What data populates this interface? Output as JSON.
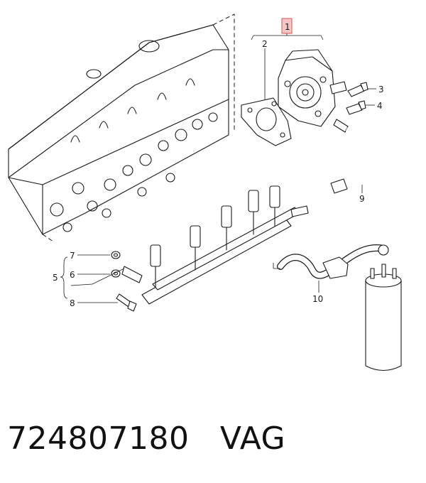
{
  "diagram": {
    "callouts": {
      "c1": "1",
      "c2": "2",
      "c3": "3",
      "c4": "4",
      "c5": "5",
      "c6": "6",
      "c7": "7",
      "c8": "8",
      "c9": "9",
      "c10": "10"
    },
    "colors": {
      "line": "#1a1a1a",
      "highlight_box": "#d9534f",
      "highlight_fill": "#f4c6c6"
    }
  },
  "caption": {
    "part_number": "724807180",
    "brand": "VAG"
  }
}
